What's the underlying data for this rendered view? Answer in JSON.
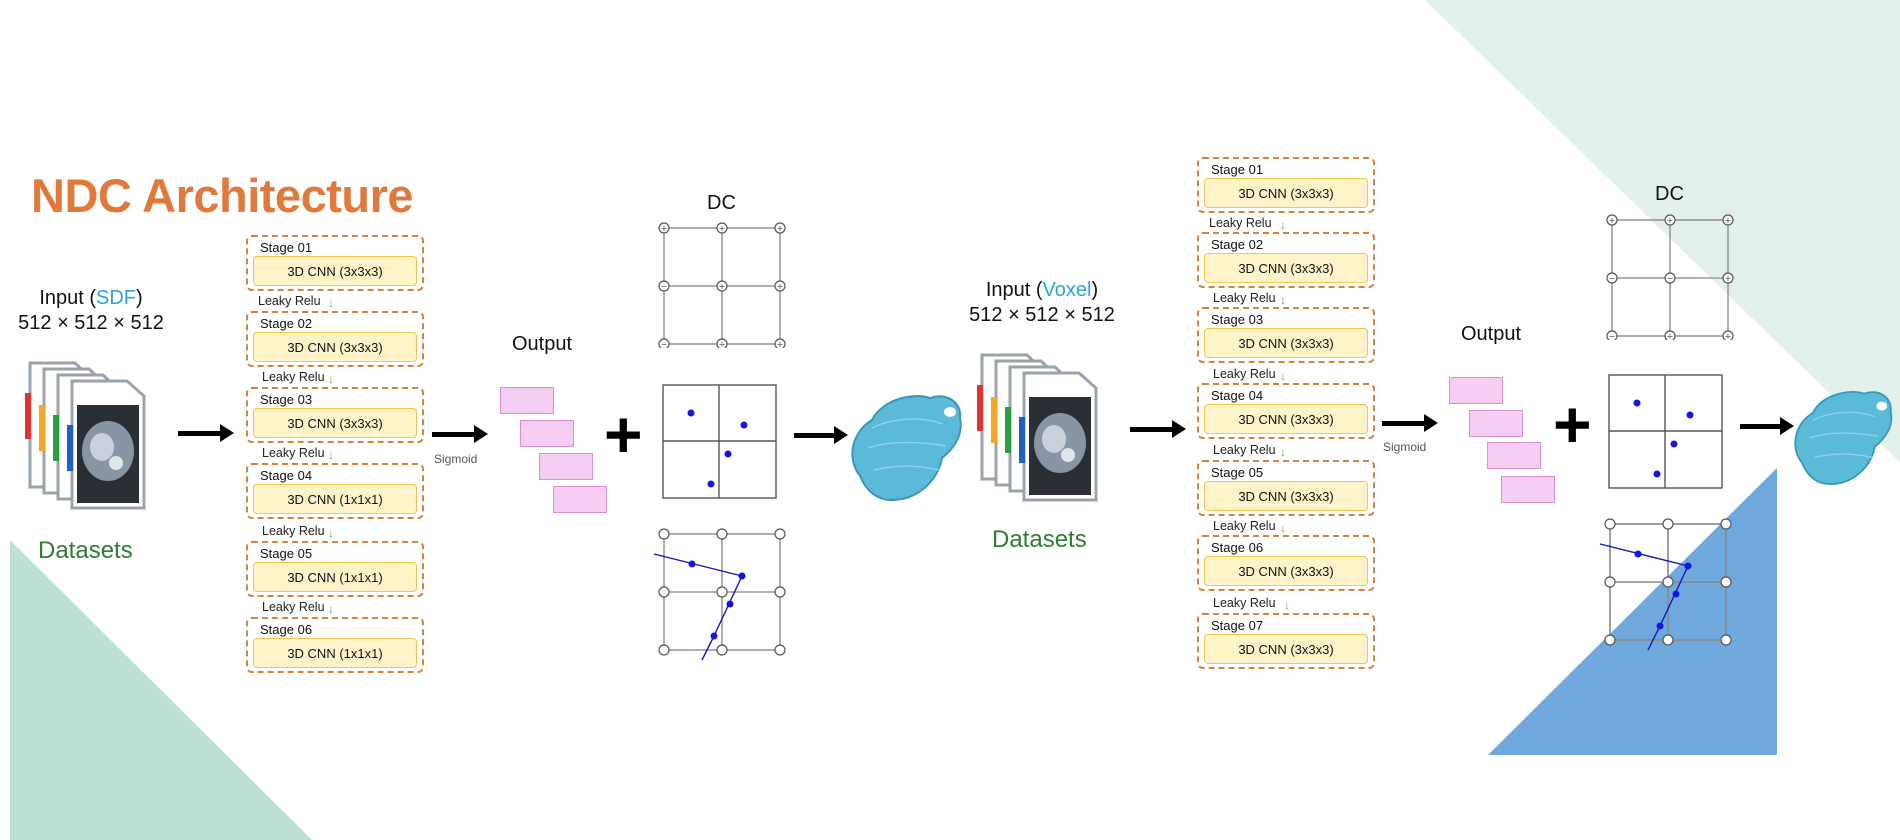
{
  "title": "NDC Architecture",
  "colors": {
    "title": "#e07a3c",
    "input_highlight": "#2aa7d6",
    "datasets": "#2e7d32",
    "stage_border": "#d6813c",
    "cnn_fill": "#fff3c9",
    "output_box": "#f5cdf0",
    "mesh": "#5bbad8",
    "bg_mint": "#bde0d2",
    "bg_blue": "#6ea8dc"
  },
  "left": {
    "input_prefix": "Input (",
    "input_type": "SDF",
    "input_suffix": ")",
    "input_size": "512 × 512 × 512",
    "datasets_label": "Datasets",
    "stages": [
      {
        "label": "Stage 01",
        "cnn": "3D CNN (3x3x3)"
      },
      {
        "label": "Stage 02",
        "cnn": "3D CNN (3x3x3)"
      },
      {
        "label": "Stage 03",
        "cnn": "3D CNN (3x3x3)"
      },
      {
        "label": "Stage 04",
        "cnn": "3D CNN (1x1x1)"
      },
      {
        "label": "Stage 05",
        "cnn": "3D CNN (1x1x1)"
      },
      {
        "label": "Stage 06",
        "cnn": "3D CNN (1x1x1)"
      }
    ],
    "activation_label": "Leaky Relu",
    "sigmoid_label": "Sigmoid",
    "output_label": "Output",
    "dc_label": "DC"
  },
  "right": {
    "input_prefix": "Input (",
    "input_type": "Voxel",
    "input_suffix": ")",
    "input_size": "512 × 512 × 512",
    "datasets_label": "Datasets",
    "stages": [
      {
        "label": "Stage 01",
        "cnn": "3D CNN (3x3x3)"
      },
      {
        "label": "Stage 02",
        "cnn": "3D CNN (3x3x3)"
      },
      {
        "label": "Stage 03",
        "cnn": "3D CNN (3x3x3)"
      },
      {
        "label": "Stage 04",
        "cnn": "3D CNN (3x3x3)"
      },
      {
        "label": "Stage 05",
        "cnn": "3D CNN (3x3x3)"
      },
      {
        "label": "Stage 06",
        "cnn": "3D CNN (3x3x3)"
      },
      {
        "label": "Stage 07",
        "cnn": "3D CNN (3x3x3)"
      }
    ],
    "activation_label": "Leaky Relu",
    "sigmoid_label": "Sigmoid",
    "output_label": "Output",
    "dc_label": "DC"
  }
}
